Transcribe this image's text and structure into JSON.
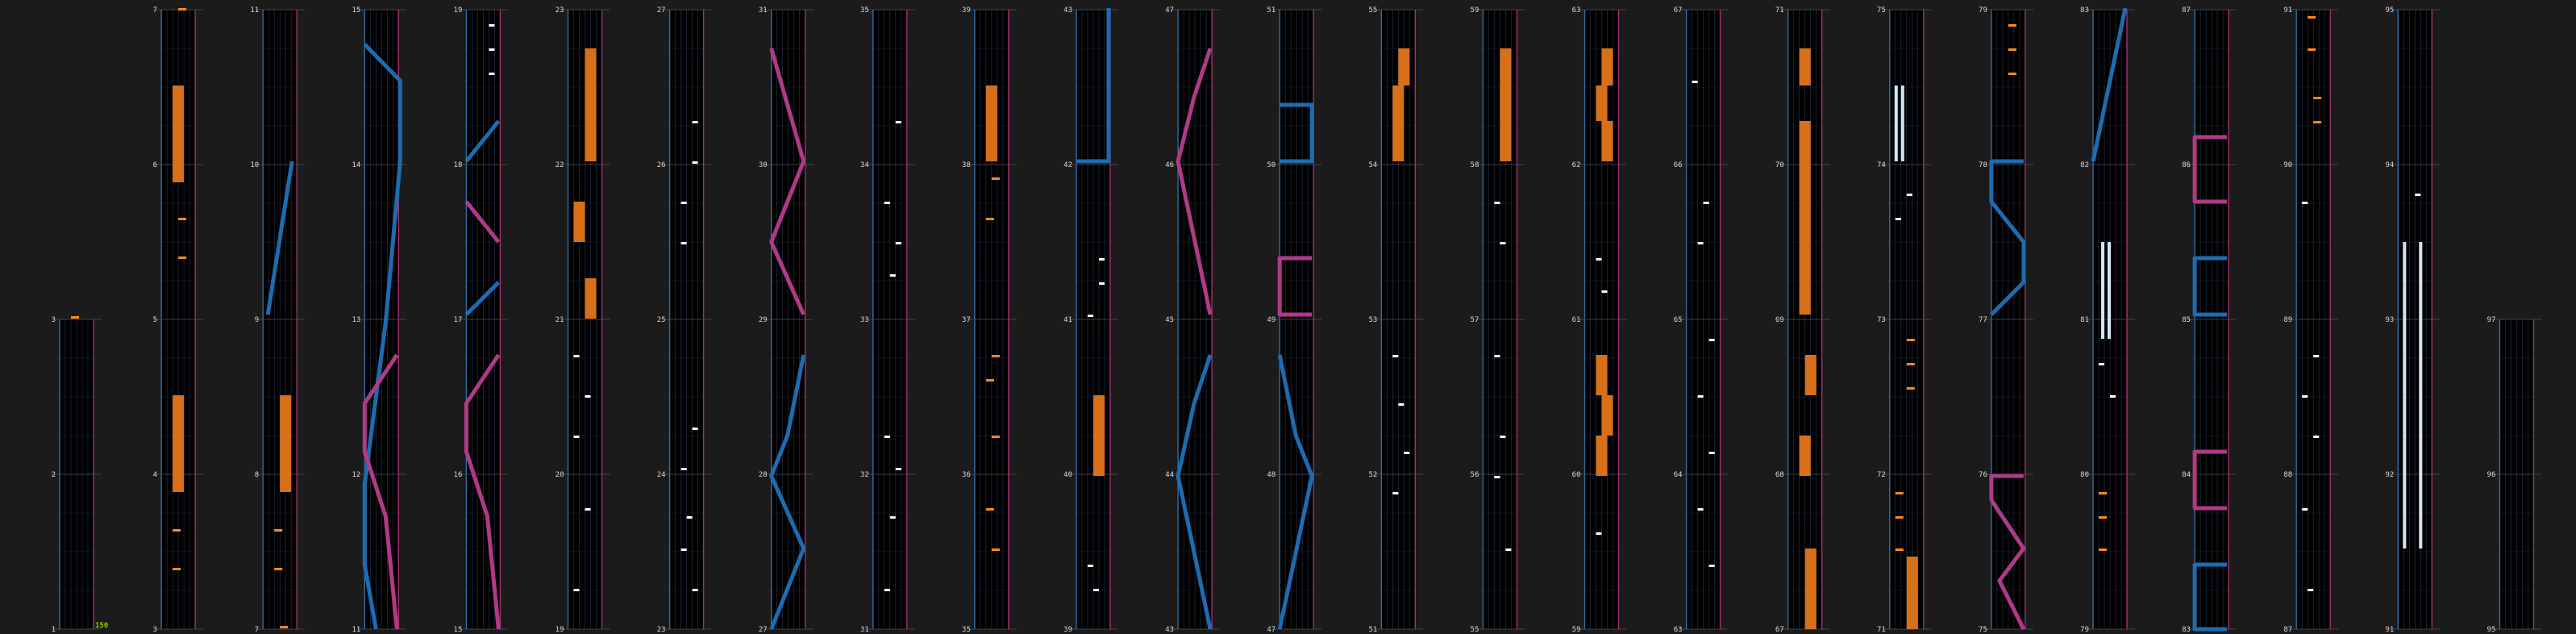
{
  "chart_view": {
    "title": "",
    "start_bpm": "150",
    "colors": {
      "background": "#1b1b1b",
      "lane_bg": "#000000",
      "lane_grid": "#2a3550",
      "left_border": "#2f6fa8",
      "right_border": "#a0326e",
      "measure_line": "#3a3a3a",
      "orange_note": "#ff8a1e",
      "orange_hold": "#d8701a",
      "white_note": "#ffffff",
      "blue_laser": "#1e6cb0",
      "pink_laser": "#b03a86",
      "light_hold": "#cfe6f5"
    },
    "columns": [
      {
        "measures": [
          1,
          2,
          3
        ]
      },
      {
        "measures": [
          3,
          4,
          5,
          6,
          7
        ]
      },
      {
        "measures": [
          7,
          8,
          9,
          10,
          11
        ]
      },
      {
        "measures": [
          11,
          12,
          13,
          14,
          15
        ]
      },
      {
        "measures": [
          15,
          16,
          17,
          18,
          19
        ]
      },
      {
        "measures": [
          19,
          20,
          21,
          22,
          23
        ]
      },
      {
        "measures": [
          23,
          24,
          25,
          26,
          27
        ]
      },
      {
        "measures": [
          27,
          28,
          29,
          30,
          31
        ]
      },
      {
        "measures": [
          31,
          32,
          33,
          34,
          35
        ]
      },
      {
        "measures": [
          35,
          36,
          37,
          38,
          39
        ]
      },
      {
        "measures": [
          39,
          40,
          41,
          42,
          43
        ]
      },
      {
        "measures": [
          43,
          44,
          45,
          46,
          47
        ]
      },
      {
        "measures": [
          47,
          48,
          49,
          50,
          51
        ]
      },
      {
        "measures": [
          51,
          52,
          53,
          54,
          55
        ]
      },
      {
        "measures": [
          55,
          56,
          57,
          58,
          59
        ]
      },
      {
        "measures": [
          59,
          60,
          61,
          62,
          63
        ]
      },
      {
        "measures": [
          63,
          64,
          65,
          66,
          67
        ]
      },
      {
        "measures": [
          67,
          68,
          69,
          70,
          71
        ]
      },
      {
        "measures": [
          71,
          72,
          73,
          74,
          75
        ]
      },
      {
        "measures": [
          75,
          76,
          77,
          78,
          79
        ]
      },
      {
        "measures": [
          79,
          80,
          81,
          82,
          83
        ]
      },
      {
        "measures": [
          83,
          84,
          85,
          86,
          87
        ]
      },
      {
        "measures": [
          87,
          88,
          89,
          90,
          91
        ]
      },
      {
        "measures": [
          91,
          92,
          93,
          94,
          95
        ]
      },
      {
        "measures": [
          95,
          96,
          97
        ]
      }
    ]
  }
}
